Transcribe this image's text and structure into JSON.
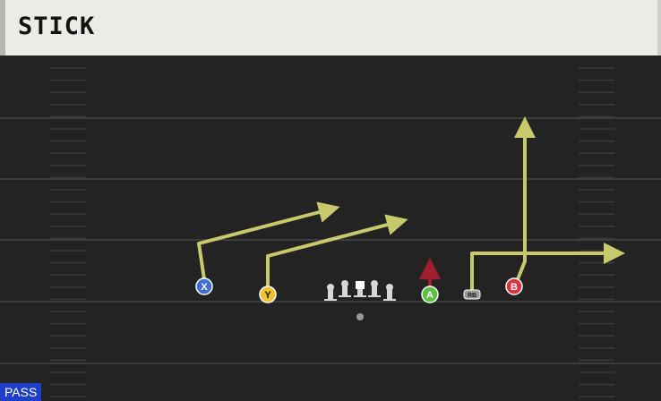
{
  "play": {
    "name": "STICK",
    "type_badge": "PASS"
  },
  "colors": {
    "route": "#c8c96a",
    "block": "#a01e2e",
    "field": "#232323",
    "yard_line": "#3c3c3c"
  },
  "players": [
    {
      "id": "X",
      "label": "X",
      "color": "#3e6fd0"
    },
    {
      "id": "Y",
      "label": "Y",
      "color": "#f2c22e"
    },
    {
      "id": "A",
      "label": "A",
      "color": "#58c23e"
    },
    {
      "id": "RB",
      "label": "RB",
      "color": "#9a9a9a"
    },
    {
      "id": "B",
      "label": "B",
      "color": "#d8333e"
    }
  ],
  "offensive_line": [
    "LT",
    "LG",
    "C",
    "RG",
    "RT"
  ],
  "football": "ball"
}
